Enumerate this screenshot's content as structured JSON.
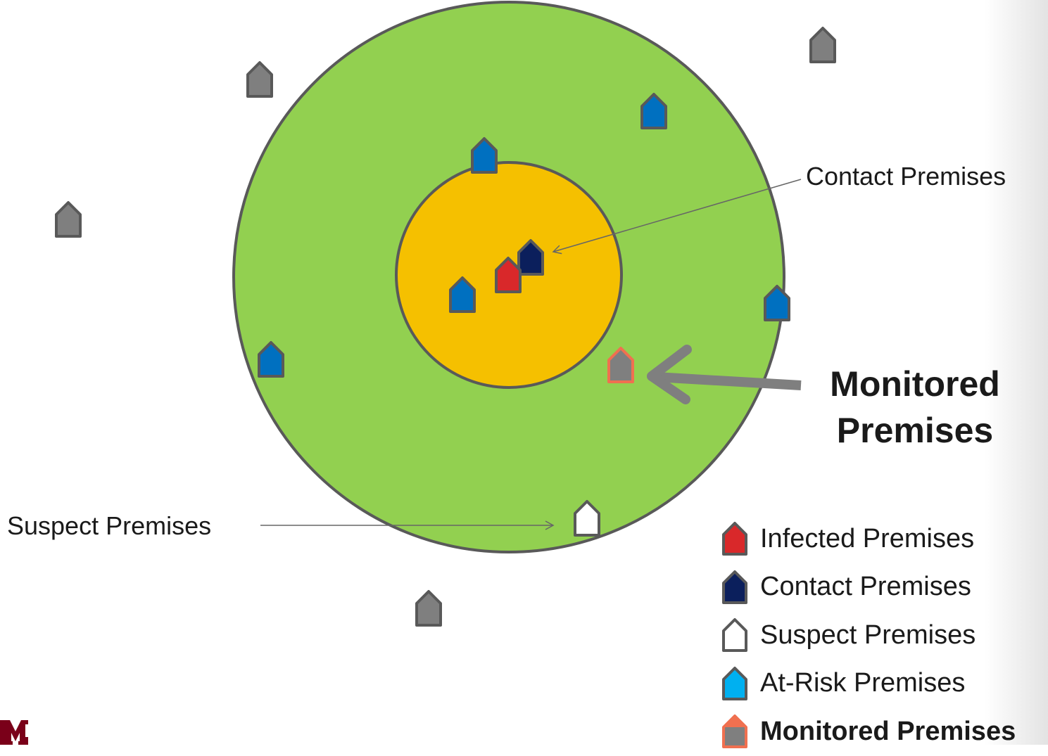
{
  "callouts": {
    "contact": "Contact Premises",
    "suspect": "Suspect Premises",
    "monitored_line1": "Monitored",
    "monitored_line2": "Premises"
  },
  "legend": [
    {
      "label": "Infected Premises",
      "color": "#d9282a",
      "roof": "#d9282a"
    },
    {
      "label": "Contact Premises",
      "color": "#0b1f5c",
      "roof": "#0b1f5c"
    },
    {
      "label": "Suspect Premises",
      "color": "#ffffff",
      "roof": "#ffffff"
    },
    {
      "label": "At-Risk Premises",
      "color": "#00b0f0",
      "roof": "#00b0f0"
    },
    {
      "label": "Monitored Premises",
      "color": "#7f7f7f",
      "roof": "#f07050"
    }
  ],
  "zones": {
    "outer_color": "#92d050",
    "inner_color": "#f5c000",
    "outline_color": "#595959"
  },
  "logo_icon": "university-m-logo-icon"
}
